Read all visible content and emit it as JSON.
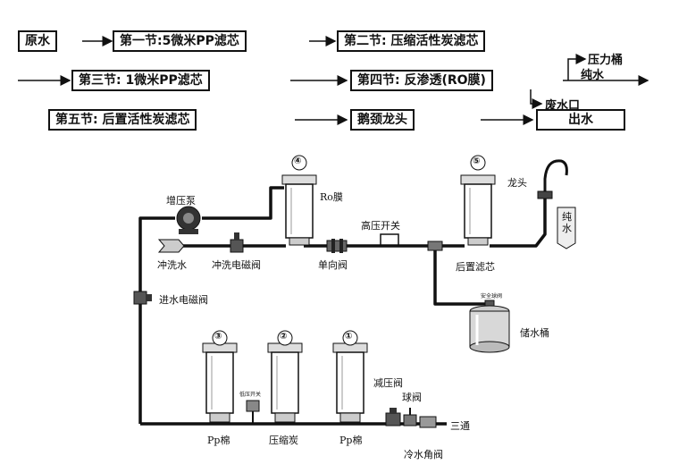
{
  "flow": {
    "raw_water": "原水",
    "stage1": "第一节:5微米PP滤芯",
    "stage2": "第二节: 压缩活性炭滤芯",
    "stage3": "第三节: 1微米PP滤芯",
    "stage4": "第四节: 反渗透(RO膜)",
    "stage5": "第五节: 后置活性炭滤芯",
    "faucet": "鹅颈龙头",
    "outlet": "出水",
    "pressure_tank": "压力桶",
    "pure_water": "纯水",
    "waste_outlet": "废水口"
  },
  "diagram": {
    "booster_pump": "增压泵",
    "ro_membrane": "Ro膜",
    "high_pressure_switch": "高压开关",
    "faucet": "龙头",
    "pure_water_tag": "纯水",
    "flush_water": "冲洗水",
    "flush_solenoid": "冲洗电磁阀",
    "check_valve": "单向阀",
    "post_filter": "后置滤芯",
    "inlet_solenoid": "进水电磁阀",
    "safety_ball_valve": "安全球阀",
    "storage_tank": "储水桶",
    "low_pressure_switch": "低压开关",
    "pressure_reducing_valve": "减压阀",
    "ball_valve": "球阀",
    "tee": "三通",
    "cold_angle_valve": "冷水角阀",
    "filter3_label": "Pp棉",
    "filter2_label": "压缩炭",
    "filter1_label": "Pp棉",
    "num1": "①",
    "num2": "②",
    "num3": "③",
    "num4": "④",
    "num5": "⑤"
  }
}
